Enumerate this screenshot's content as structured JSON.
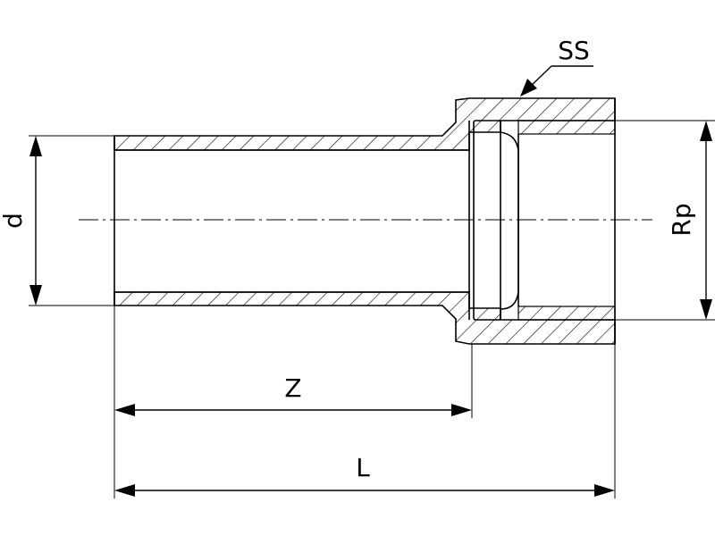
{
  "labels": {
    "diameter": "d",
    "thread": "Rp",
    "length_z": "Z",
    "length_l": "L",
    "material": "SS"
  },
  "colors": {
    "line": "#000000",
    "background": "#ffffff"
  }
}
